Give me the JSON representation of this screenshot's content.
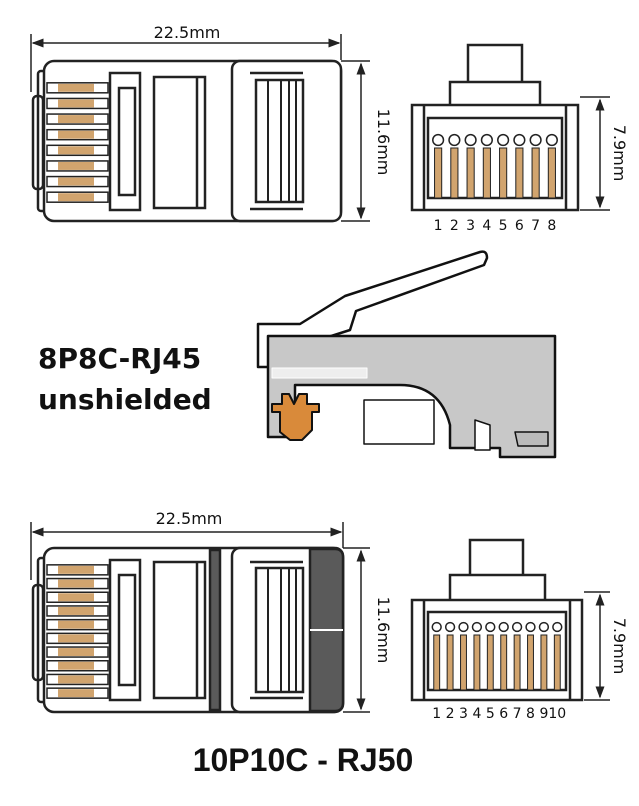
{
  "top_connector": {
    "name_line1": "8P8C-RJ45",
    "name_line2": "unshielded",
    "length_label": "22.5mm",
    "height_label": "11.6mm",
    "front_height_label": "7.9mm",
    "pin_labels": [
      "1",
      "2",
      "3",
      "4",
      "5",
      "6",
      "7",
      "8"
    ]
  },
  "bottom_connector": {
    "name": "10P10C - RJ50",
    "length_label": "22.5mm",
    "height_label": "11.6mm",
    "front_height_label": "7.9mm",
    "pin_labels": [
      "1",
      "2",
      "3",
      "4",
      "5",
      "6",
      "7",
      "8",
      "9",
      "10"
    ]
  },
  "colors": {
    "contact": "#d1a46e",
    "outline": "#222222",
    "body_grey": "#c8c8c8",
    "dark_cap": "#5a5a5a",
    "crimp": "#d98a3a"
  }
}
